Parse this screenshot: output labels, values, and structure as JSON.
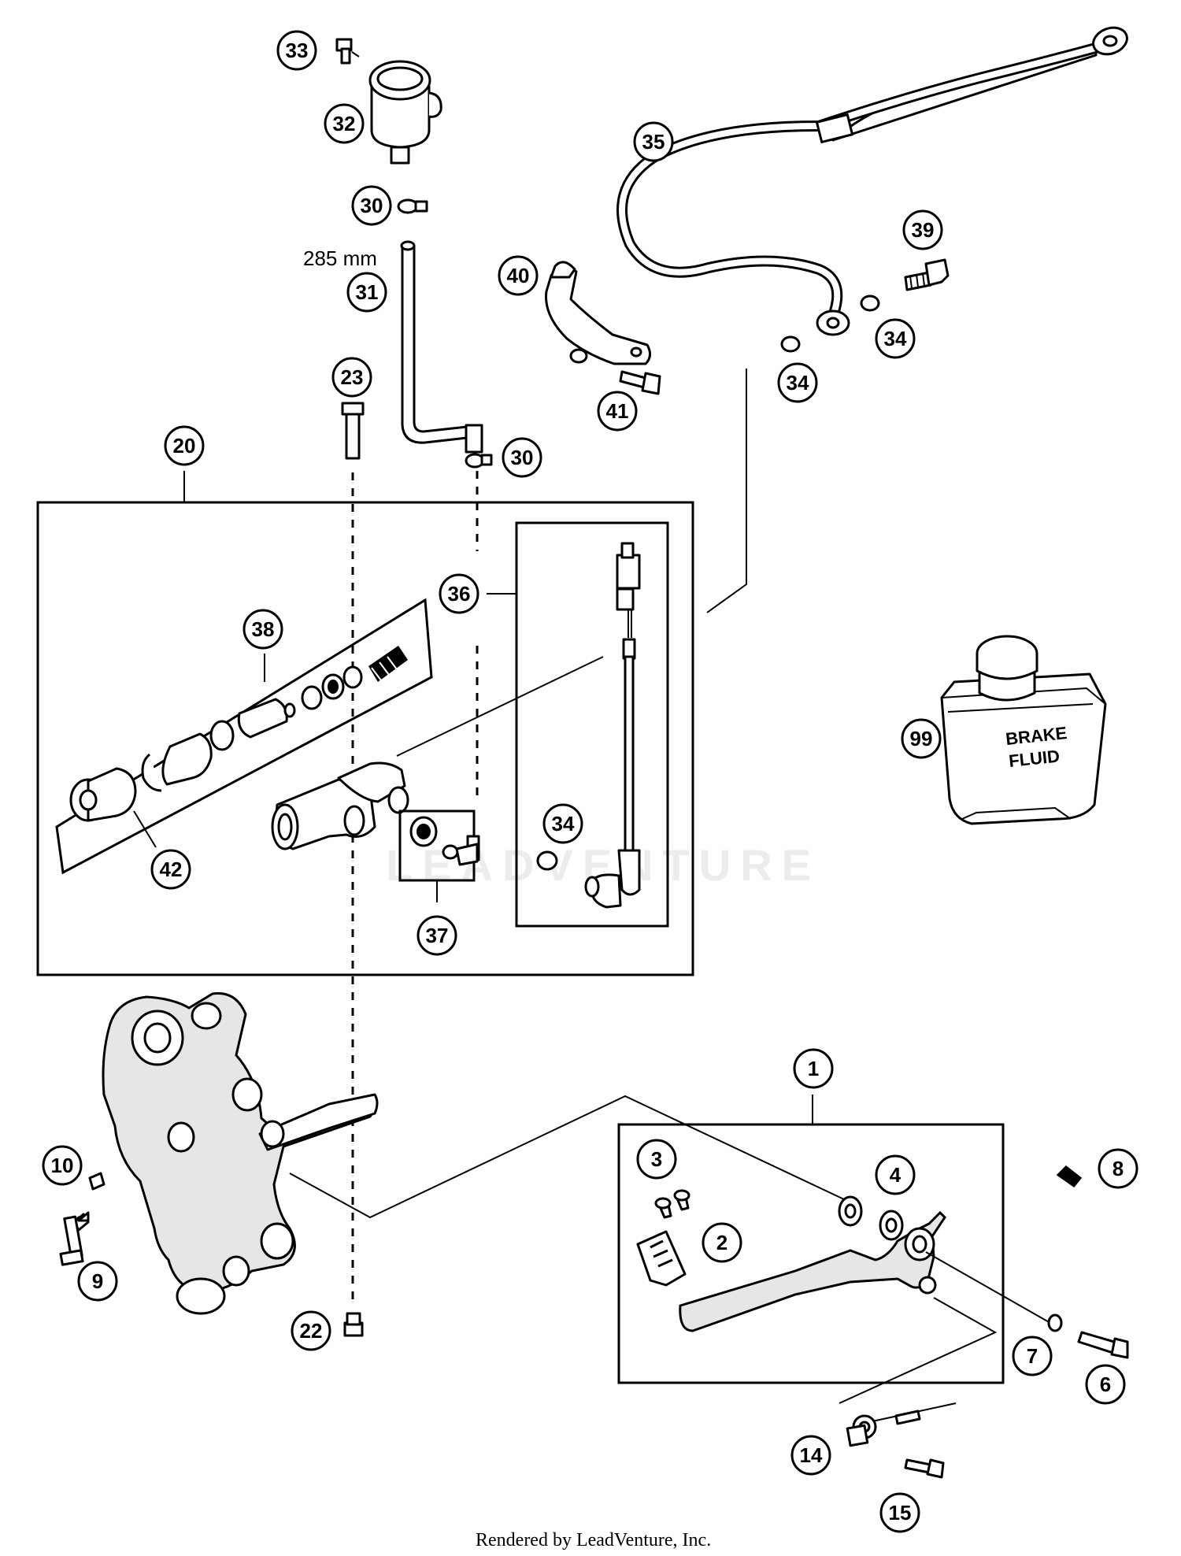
{
  "callouts": [
    {
      "id": "c33",
      "label": "33"
    },
    {
      "id": "c32",
      "label": "32"
    },
    {
      "id": "c30a",
      "label": "30"
    },
    {
      "id": "c31",
      "label": "31"
    },
    {
      "id": "c35",
      "label": "35"
    },
    {
      "id": "c40",
      "label": "40"
    },
    {
      "id": "c39",
      "label": "39"
    },
    {
      "id": "c34a",
      "label": "34"
    },
    {
      "id": "c34b",
      "label": "34"
    },
    {
      "id": "c41",
      "label": "41"
    },
    {
      "id": "c23",
      "label": "23"
    },
    {
      "id": "c30b",
      "label": "30"
    },
    {
      "id": "c20",
      "label": "20"
    },
    {
      "id": "c36",
      "label": "36"
    },
    {
      "id": "c38",
      "label": "38"
    },
    {
      "id": "c99",
      "label": "99"
    },
    {
      "id": "c34c",
      "label": "34"
    },
    {
      "id": "c42",
      "label": "42"
    },
    {
      "id": "c37",
      "label": "37"
    },
    {
      "id": "c1",
      "label": "1"
    },
    {
      "id": "c3",
      "label": "3"
    },
    {
      "id": "c4",
      "label": "4"
    },
    {
      "id": "c8",
      "label": "8"
    },
    {
      "id": "c10",
      "label": "10"
    },
    {
      "id": "c2",
      "label": "2"
    },
    {
      "id": "c9",
      "label": "9"
    },
    {
      "id": "c22",
      "label": "22"
    },
    {
      "id": "c7",
      "label": "7"
    },
    {
      "id": "c6",
      "label": "6"
    },
    {
      "id": "c14",
      "label": "14"
    },
    {
      "id": "c15",
      "label": "15"
    }
  ],
  "hose_length_label": "285 mm",
  "bottle": {
    "line1": "BRAKE",
    "line2": "FLUID"
  },
  "watermark": "LEADVENTURE",
  "footer": "Rendered by LeadVenture, Inc."
}
